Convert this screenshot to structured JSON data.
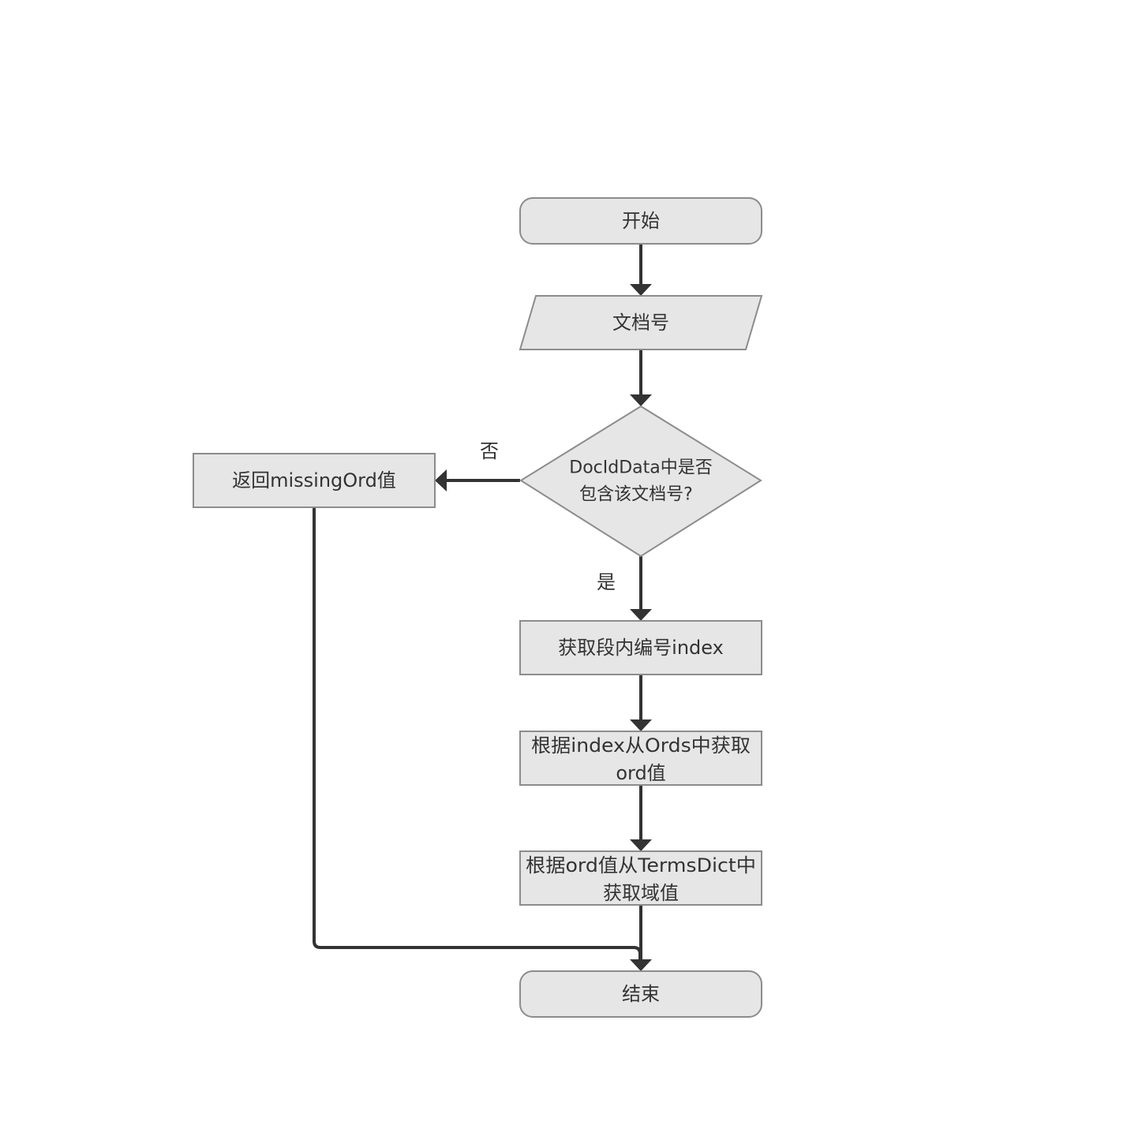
{
  "flowchart": {
    "nodes": {
      "start": {
        "label": "开始",
        "shape": "rounded-rect"
      },
      "input": {
        "label": "文档号",
        "shape": "parallelogram"
      },
      "decision": {
        "lines": [
          "DocIdData中是否",
          "包含该文档号?"
        ],
        "shape": "diamond"
      },
      "get_index": {
        "label": "获取段内编号index",
        "shape": "rect"
      },
      "get_ord": {
        "lines": [
          "根据index从Ords中获取",
          "ord值"
        ],
        "shape": "rect"
      },
      "get_value": {
        "lines": [
          "根据ord值从TermsDict中",
          "获取域值"
        ],
        "shape": "rect"
      },
      "missing": {
        "label": "返回missingOrd值",
        "shape": "rect"
      },
      "end": {
        "label": "结束",
        "shape": "rounded-rect"
      }
    },
    "edge_labels": {
      "no": "否",
      "yes": "是"
    },
    "edges": [
      {
        "from": "start",
        "to": "input"
      },
      {
        "from": "input",
        "to": "decision"
      },
      {
        "from": "decision",
        "to": "missing",
        "label": "否"
      },
      {
        "from": "decision",
        "to": "get_index",
        "label": "是"
      },
      {
        "from": "get_index",
        "to": "get_ord"
      },
      {
        "from": "get_ord",
        "to": "get_value"
      },
      {
        "from": "get_value",
        "to": "end"
      },
      {
        "from": "missing",
        "to": "end"
      }
    ],
    "colors": {
      "node_fill": "#e6e6e6",
      "node_stroke": "#8c8c8c",
      "edge": "#333333",
      "text": "#333333"
    }
  }
}
